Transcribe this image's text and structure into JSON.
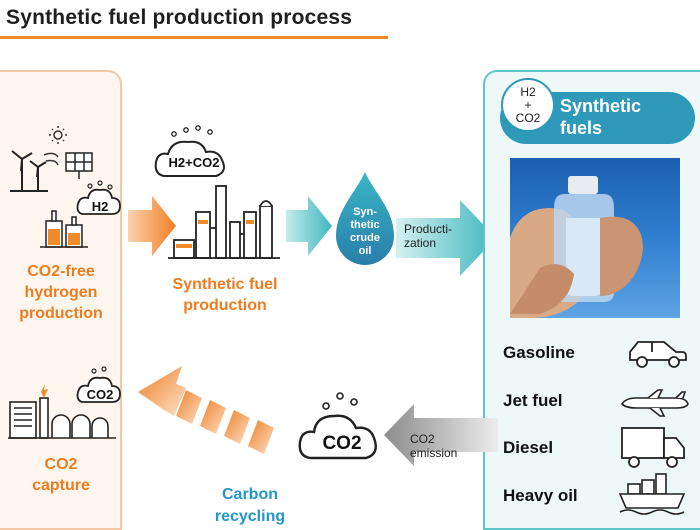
{
  "title": "Synthetic fuel production process",
  "left_panel": {
    "hydrogen_label_1": "CO2-free",
    "hydrogen_label_2": "hydrogen",
    "hydrogen_label_3": "production",
    "h2_cloud": "H2",
    "co2_cloud": "CO2",
    "capture_label_1": "CO2",
    "capture_label_2": "capture"
  },
  "center": {
    "h2co2_cloud": "H2+CO2",
    "production_label_1": "Synthetic fuel",
    "production_label_2": "production",
    "crude_oil_line1": "Syn-",
    "crude_oil_line2": "thetic",
    "crude_oil_line3": "crude",
    "crude_oil_line4": "oil",
    "productization_1": "Producti-",
    "productization_2": "zation",
    "co2_cloud_big": "CO2",
    "emission_1": "CO2",
    "emission_2": "emission",
    "carbon_recycling_1": "Carbon",
    "carbon_recycling_2": "recycling"
  },
  "right_panel": {
    "badge_formula_top": "H2",
    "badge_formula_plus": "+",
    "badge_formula_bottom": "CO2",
    "title_1": "Synthetic",
    "title_2": "fuels",
    "fuels": [
      "Gasoline",
      "Jet fuel",
      "Diesel",
      "Heavy oil"
    ]
  },
  "colors": {
    "orange": "#ee7c1f",
    "teal": "#2e99b8",
    "cyan": "#5cc6c9",
    "blue_text": "#2496c7"
  }
}
